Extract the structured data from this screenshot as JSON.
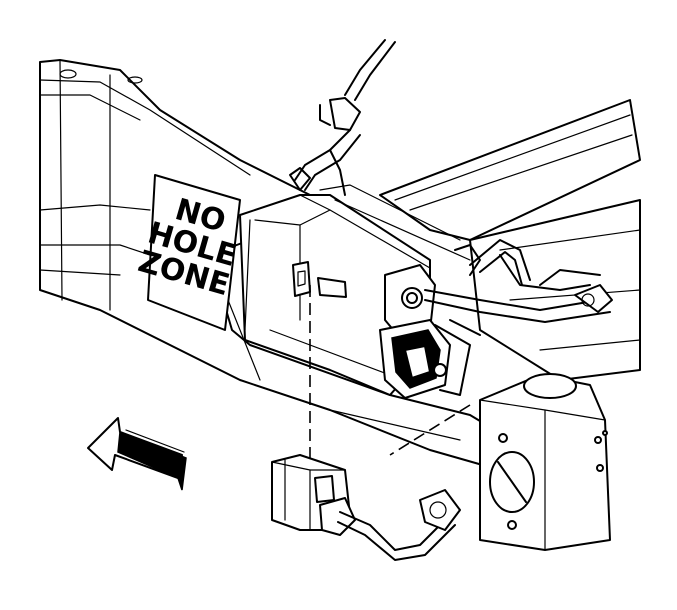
{
  "label": {
    "lines": [
      "NO",
      "HOLE",
      "ZONE"
    ]
  },
  "colors": {
    "ink": "#000000",
    "paper": "#ffffff"
  }
}
